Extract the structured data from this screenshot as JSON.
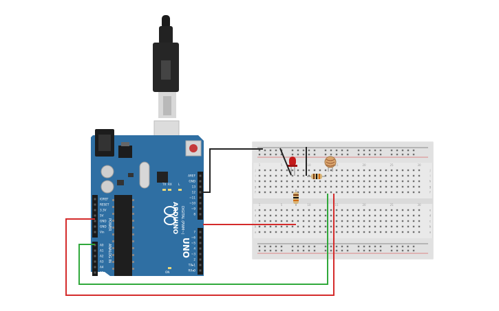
{
  "board": {
    "brand": "ARDUINO",
    "model": "UNO",
    "digital_label": "DIGITAL (PWM~)",
    "analog_label": "ANALOG IN",
    "power_label": "POWER",
    "tx_label": "TX",
    "rx_label": "RX",
    "on_label": "ON",
    "l_label": "L",
    "power_pins": [
      "IOREF",
      "RESET",
      "3.3V",
      "5V",
      "GND",
      "GND",
      "Vin"
    ],
    "analog_pins": [
      "A0",
      "A1",
      "A2",
      "A3",
      "A4",
      "A5"
    ],
    "digital_pins": [
      "AREF",
      "GND",
      "13",
      "12",
      "~11",
      "~10",
      "~9",
      "8",
      "7",
      "~6",
      "~5",
      "4",
      "~3",
      "2",
      "TX▸1",
      "RX◂0"
    ]
  },
  "breadboard": {
    "row_letters_top": [
      "j",
      "i",
      "h",
      "g",
      "f"
    ],
    "row_letters_bottom": [
      "e",
      "d",
      "c",
      "b",
      "a"
    ],
    "column_numbers": [
      "1",
      "5",
      "10",
      "15",
      "20",
      "25",
      "30"
    ]
  },
  "colors": {
    "board": "#2f6fa3",
    "wire_red": "#d42a2a",
    "wire_green": "#2fa83a",
    "wire_black": "#222222",
    "led": "#c41b1b",
    "breadboard": "#e9e9e9"
  }
}
